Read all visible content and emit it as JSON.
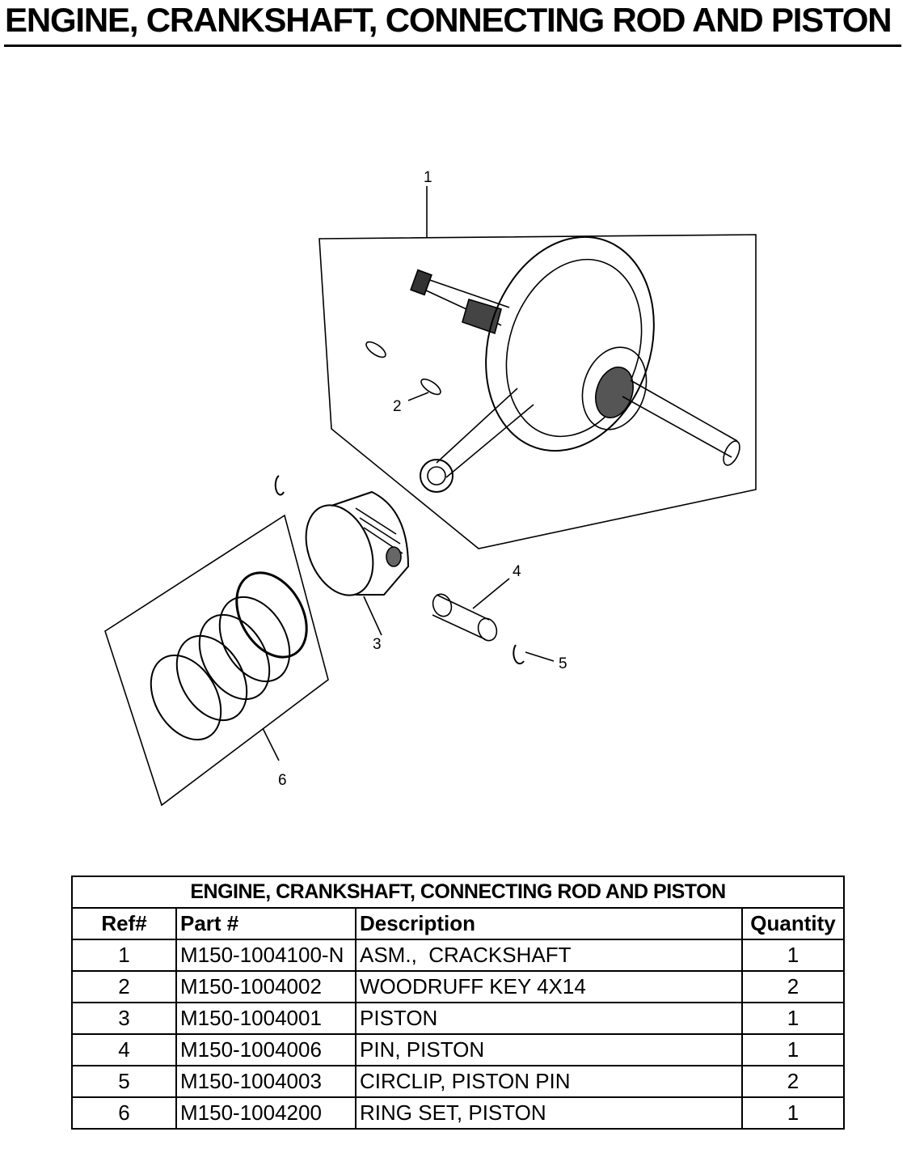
{
  "page": {
    "title": "ENGINE, CRANKSHAFT, CONNECTING ROD AND PISTON"
  },
  "diagram": {
    "callouts": [
      "1",
      "2",
      "3",
      "4",
      "5",
      "6"
    ]
  },
  "parts_table": {
    "caption": "ENGINE, CRANKSHAFT, CONNECTING ROD AND PISTON",
    "headers": {
      "ref": "Ref#",
      "part": "Part #",
      "description": "Description",
      "quantity": "Quantity"
    },
    "rows": [
      {
        "ref": "1",
        "part": "M150-1004100-N",
        "description": "ASM.,  CRACKSHAFT",
        "quantity": "1"
      },
      {
        "ref": "2",
        "part": "M150-1004002",
        "description": "WOODRUFF KEY 4X14",
        "quantity": "2"
      },
      {
        "ref": "3",
        "part": "M150-1004001",
        "description": "PISTON",
        "quantity": "1"
      },
      {
        "ref": "4",
        "part": "M150-1004006",
        "description": "PIN, PISTON",
        "quantity": "1"
      },
      {
        "ref": "5",
        "part": "M150-1004003",
        "description": "CIRCLIP, PISTON PIN",
        "quantity": "2"
      },
      {
        "ref": "6",
        "part": "M150-1004200",
        "description": "RING SET, PISTON",
        "quantity": "1"
      }
    ]
  }
}
